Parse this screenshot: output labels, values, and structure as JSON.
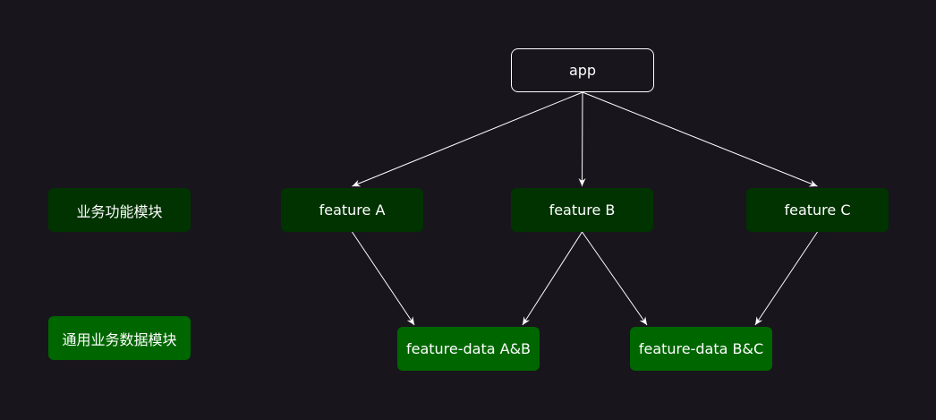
{
  "diagram": {
    "nodes": {
      "app": "app",
      "feature_a": "feature A",
      "feature_b": "feature B",
      "feature_c": "feature C",
      "data_ab": "feature-data A&B",
      "data_bc": "feature-data B&C"
    },
    "layer_labels": {
      "business_feature": "业务功能模块",
      "common_data": "通用业务数据模块"
    },
    "edges": [
      {
        "from": "app",
        "to": "feature_a"
      },
      {
        "from": "app",
        "to": "feature_b"
      },
      {
        "from": "app",
        "to": "feature_c"
      },
      {
        "from": "feature_a",
        "to": "data_ab"
      },
      {
        "from": "feature_b",
        "to": "data_ab"
      },
      {
        "from": "feature_b",
        "to": "data_bc"
      },
      {
        "from": "feature_c",
        "to": "data_bc"
      }
    ],
    "colors": {
      "background": "#18151d",
      "feature_fill": "#003300",
      "data_fill": "#006600",
      "edge": "#ffffff",
      "text": "#ffffff"
    }
  }
}
